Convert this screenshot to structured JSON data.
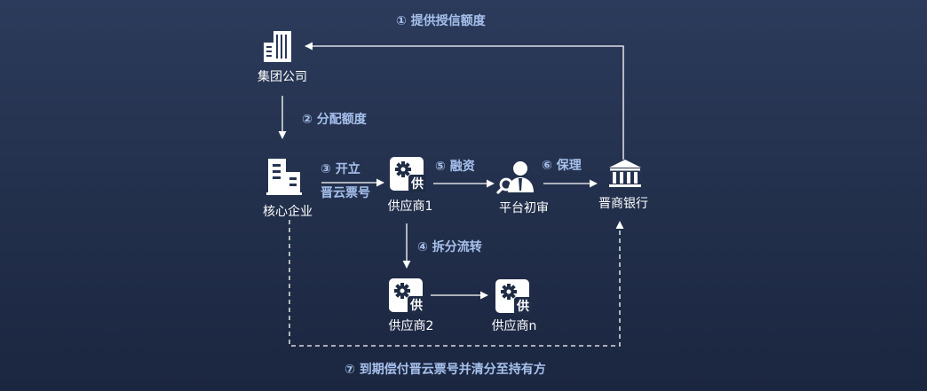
{
  "nodes": {
    "group": {
      "label": "集团公司",
      "icon": "office-building-icon"
    },
    "core": {
      "label": "核心企业",
      "icon": "factory-building-icon"
    },
    "supplier1": {
      "label": "供应商1",
      "icon": "supplier-gear-icon",
      "badge": "供"
    },
    "platform": {
      "label": "平台初审",
      "icon": "reviewer-person-icon"
    },
    "bank": {
      "label": "晋商银行",
      "icon": "bank-icon"
    },
    "supplier2": {
      "label": "供应商2",
      "icon": "supplier-gear-icon",
      "badge": "供"
    },
    "suppliern": {
      "label": "供应商n",
      "icon": "supplier-gear-icon",
      "badge": "供"
    }
  },
  "steps": {
    "s1": "① 提供授信额度",
    "s2": "② 分配额度",
    "s3a": "③ 开立",
    "s3b": "晋云票号",
    "s4": "④ 拆分流转",
    "s5": "⑤ 融资",
    "s6": "⑥ 保理",
    "s7": "⑦ 到期偿付晋云票号并清分至持有方"
  },
  "colors": {
    "background_top": "#2c3b5b",
    "background_bottom": "#1b2640",
    "node_text": "#ffffff",
    "step_text": "#a7c1ec",
    "arrow": "#ffffff"
  }
}
